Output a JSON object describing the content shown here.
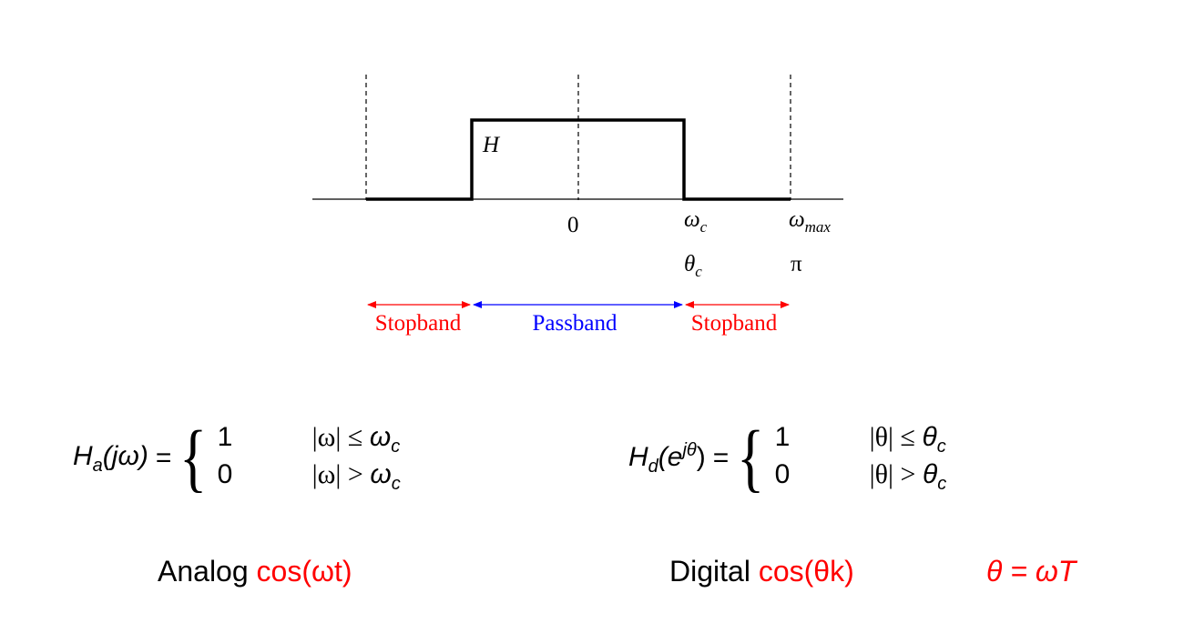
{
  "diagram": {
    "filter_label": "H",
    "axis_ticks": {
      "zero": "0",
      "omega_c": "ω",
      "omega_c_sub": "c",
      "omega_max": "ω",
      "omega_max_sub": "max",
      "theta_c": "θ",
      "theta_c_sub": "c",
      "pi": "π"
    },
    "bands": {
      "left": "Stopband",
      "middle": "Passband",
      "right": "Stopband"
    },
    "colors": {
      "stopband": "#ff0000",
      "passband": "#0000ff",
      "emphasis": "#ff0000"
    }
  },
  "analog": {
    "lhs": "H",
    "lhs_sub": "a",
    "lhs_arg": "(jω)",
    "eq": "=",
    "case1_value": "1",
    "case1_cond": "|ω| ≤ ",
    "case1_rhs": "ω",
    "case1_sub": "c",
    "case2_value": "0",
    "case2_cond": "|ω| > ",
    "case2_rhs": "ω",
    "case2_sub": "c",
    "caption_label": "Analog",
    "caption_signal": "cos(ωt)"
  },
  "digital": {
    "lhs": "H",
    "lhs_sub": "d",
    "lhs_arg_open": "(e",
    "lhs_sup": "jθ",
    "lhs_arg_close": ")",
    "eq": "=",
    "case1_value": "1",
    "case1_cond": "|θ| ≤ ",
    "case1_rhs": "θ",
    "case1_sub": "c",
    "case2_value": "0",
    "case2_cond": "|θ| > ",
    "case2_rhs": "θ",
    "case2_sub": "c",
    "caption_label": "Digital",
    "caption_signal": "cos(θk)",
    "relation": "θ = ωT"
  }
}
